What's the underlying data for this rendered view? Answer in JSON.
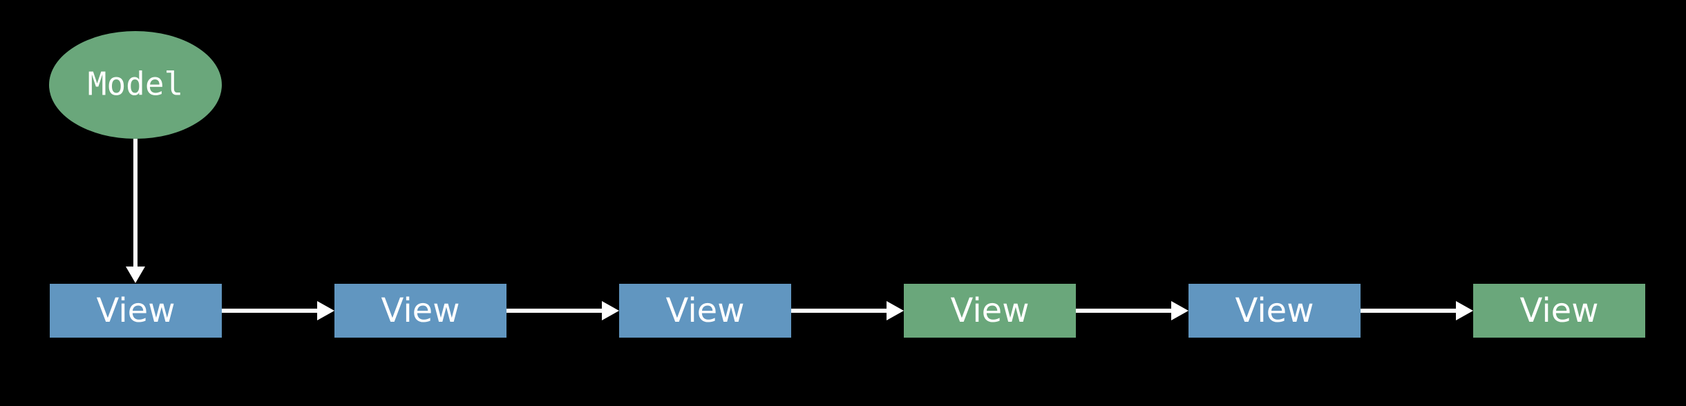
{
  "colors": {
    "background": "#000000",
    "model_fill": "#6aa77b",
    "view_blue": "#6196c0",
    "view_green": "#6aa77b",
    "arrow": "#ffffff",
    "text": "#ffffff"
  },
  "model": {
    "label": "Model"
  },
  "views": [
    {
      "label": "View",
      "color": "#6196c0"
    },
    {
      "label": "View",
      "color": "#6196c0"
    },
    {
      "label": "View",
      "color": "#6196c0"
    },
    {
      "label": "View",
      "color": "#6aa77b"
    },
    {
      "label": "View",
      "color": "#6196c0"
    },
    {
      "label": "View",
      "color": "#6aa77b"
    }
  ]
}
